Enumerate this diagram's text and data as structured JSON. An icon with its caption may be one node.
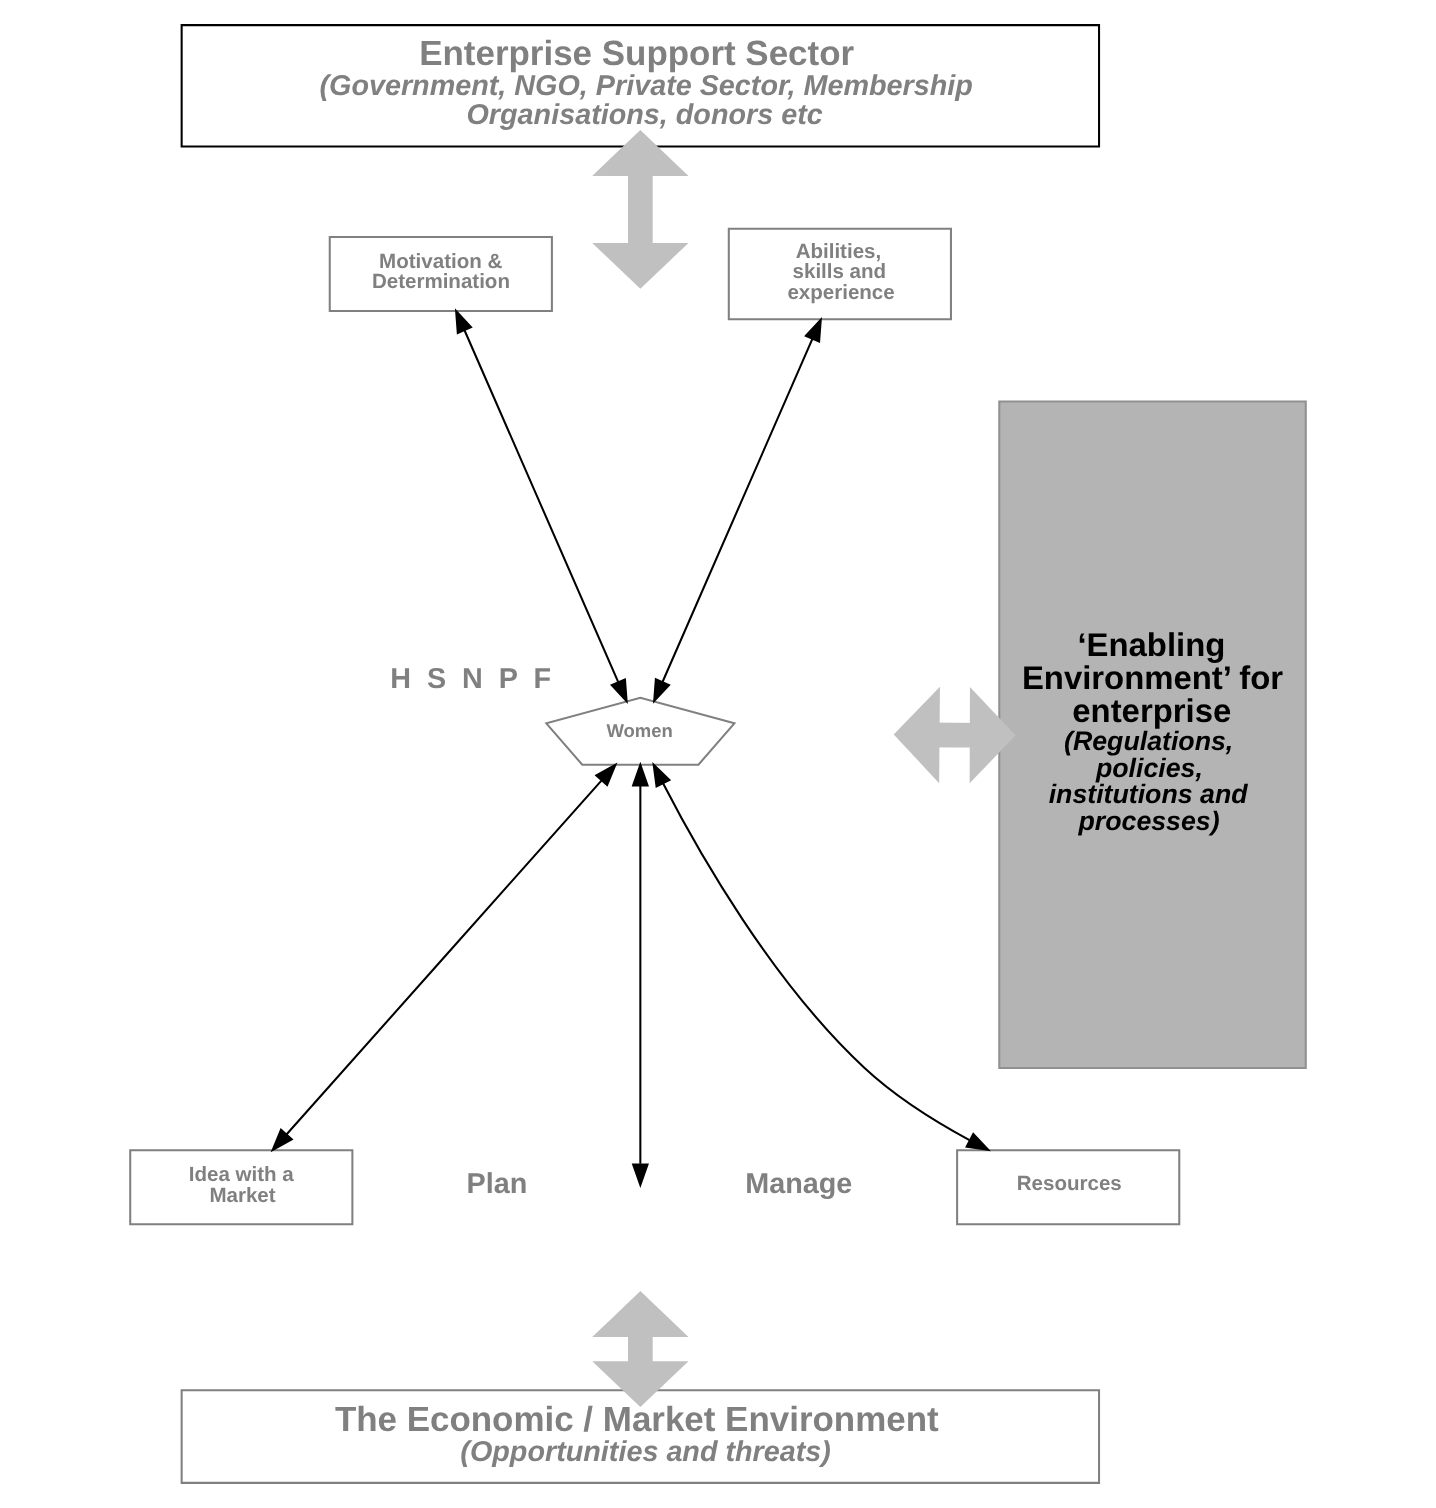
{
  "diagram": {
    "nodes": [
      {
        "text": [
          "Enterprise Support Sector",
          "(Government, NGO, Private Sector, Membership Organisations, donors etc"
        ]
      },
      {
        "text": [
          "Motivation & Determination"
        ]
      },
      {
        "text": [
          "Abilities, skills and experience"
        ]
      },
      {
        "text": [
          "Women"
        ],
        "beside": [
          "H",
          "S",
          "N",
          "P",
          "F"
        ]
      },
      {
        "text": [
          "Idea with a Market"
        ]
      },
      {
        "text": [
          "Resources"
        ]
      },
      {
        "text": [
          "The Economic / Market Environment",
          "(Opportunities and threats)"
        ]
      },
      {
        "text": [
          "‘Enabling Environment’ for enterprise",
          "(Regulations, policies, institutions and processes)"
        ]
      }
    ],
    "edges": [
      {
        "from": 0,
        "to": null,
        "arrow": "both",
        "style": "thick",
        "color": "#c0c0c0"
      },
      {
        "from": 1,
        "to": 3,
        "arrow": "both"
      },
      {
        "from": 2,
        "to": 3,
        "arrow": "both"
      },
      {
        "from": null,
        "to": 7,
        "arrow": "both",
        "style": "thick",
        "color": "#c0c0c0"
      },
      {
        "from": 4,
        "to": 3,
        "arrow": "both"
      },
      {
        "from": 5,
        "to": 3,
        "arrow": "both"
      },
      {
        "from": 3,
        "to": null,
        "arrow": "both"
      },
      {
        "from": null,
        "to": 6,
        "arrow": "both",
        "style": "thick",
        "color": "#c0c0c0"
      }
    ],
    "labels": [
      "Plan",
      "Manage"
    ]
  }
}
